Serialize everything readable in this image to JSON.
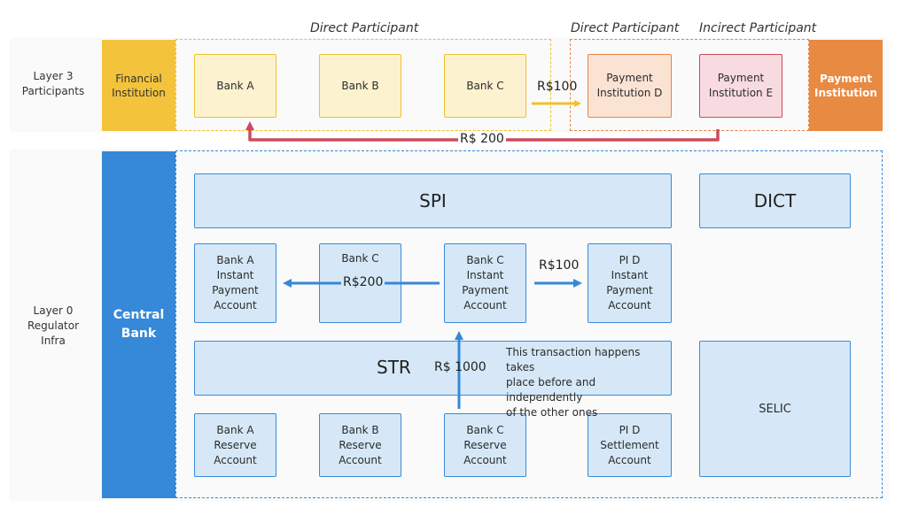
{
  "layers": {
    "layer3": "Layer 3\nParticipants",
    "layer0": "Layer 0\nRegulator\nInfra"
  },
  "groups": {
    "direct_1": "Direct Participant",
    "direct_2": "Direct Participant",
    "indirect": "Incirect Participant"
  },
  "side": {
    "financial": "Financial\nInstitution",
    "payment": "Payment\nInstitution",
    "central_bank": "Central\nBank"
  },
  "participants": {
    "bank_a": "Bank A",
    "bank_b": "Bank B",
    "bank_c": "Bank C",
    "pi_d": "Payment\nInstitution D",
    "pi_e": "Payment\nInstitution E"
  },
  "systems": {
    "spi": "SPI",
    "dict": "DICT",
    "str": "STR",
    "selic": "SELIC"
  },
  "instant_accounts": {
    "bank_a": "Bank A\nInstant\nPayment\nAccount",
    "bank_c_small": "Bank C",
    "bank_c": "Bank C\nInstant\nPayment\nAccount",
    "pi_d": "PI D\nInstant\nPayment\nAccount"
  },
  "reserve_accounts": {
    "bank_a": "Bank A\nReserve\nAccount",
    "bank_b": "Bank B\nReserve\nAccount",
    "bank_c": "Bank C\nReserve\nAccount",
    "pi_d": "PI D\nSettlement\nAccount"
  },
  "flows": {
    "r100_top": "R$100",
    "r200_top": "R$ 200",
    "r200_mid": "R$200",
    "r100_mid": "R$100",
    "r1000": "R$ 1000"
  },
  "note": "This transaction happens takes\nplace before and independently\nof the other ones",
  "colors": {
    "yellow": "#f0c12e",
    "orange": "#e5844a",
    "red": "#cc4a5c",
    "blue": "#3688d8"
  }
}
